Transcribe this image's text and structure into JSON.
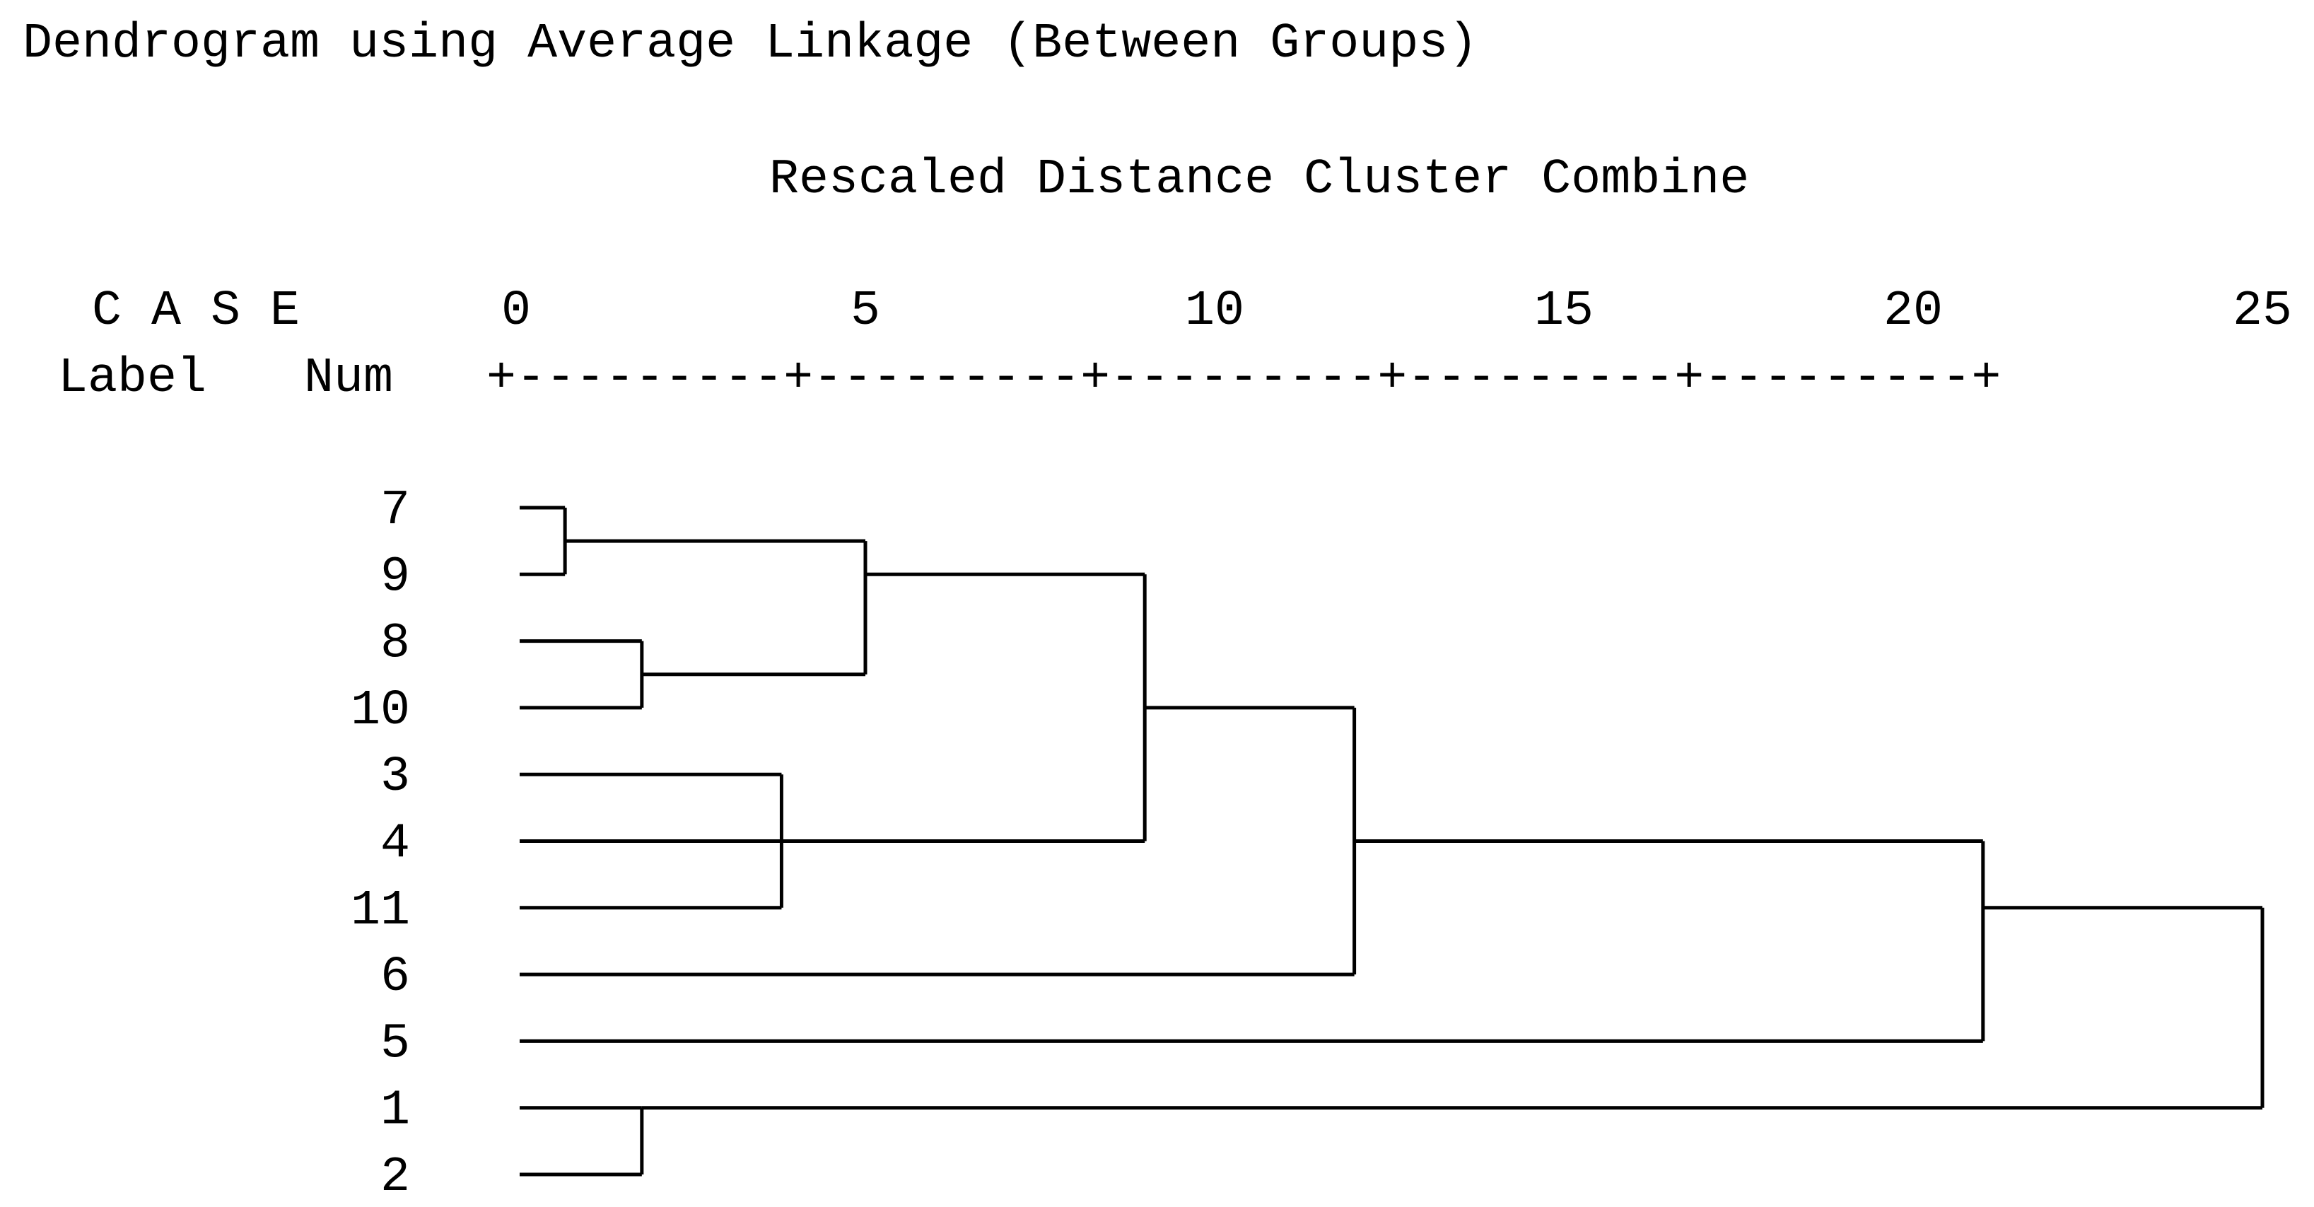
{
  "chart_data": {
    "type": "dendrogram",
    "title": "Dendrogram using Average Linkage (Between Groups)",
    "xlabel": "Rescaled Distance Cluster Combine",
    "case_header": "C A S E",
    "label_header": "Label",
    "num_header": "Num",
    "xlim": [
      0,
      25
    ],
    "ticks": [
      {
        "value": 0,
        "label": "0"
      },
      {
        "value": 5,
        "label": "5"
      },
      {
        "value": 10,
        "label": "10"
      },
      {
        "value": 15,
        "label": "15"
      },
      {
        "value": 20,
        "label": "20"
      },
      {
        "value": 25,
        "label": "25"
      }
    ],
    "ruler": "+---------+---------+---------+---------+---------+",
    "leaves": [
      "7",
      "9",
      "8",
      "10",
      "3",
      "4",
      "11",
      "6",
      "5",
      "1",
      "2"
    ],
    "merges": [
      {
        "a": "7",
        "b": "9",
        "distance": 0.7,
        "join_row": 0.5
      },
      {
        "a": "8",
        "b": "10",
        "distance": 1.8,
        "join_row": 2.5
      },
      {
        "a": "1",
        "b": "2",
        "distance": 1.8,
        "join_row": 9.0
      },
      {
        "a": "3",
        "b": "4",
        "c": "11",
        "distance": 3.8,
        "join_row": 5.0
      },
      {
        "a": "7+9",
        "b": "8+10",
        "distance": 5.0,
        "join_row": 1.0
      },
      {
        "a": "7+9+8+10",
        "b": "3+4+11",
        "distance": 9.0,
        "join_row": 3.0
      },
      {
        "a": "7+9+8+10+3+4+11",
        "b": "6",
        "distance": 12.0,
        "join_row": 5.0
      },
      {
        "a": "7+9+8+10+3+4+11+6",
        "b": "5",
        "distance": 21.0,
        "join_row": 6.0
      },
      {
        "a": "7+9+8+10+3+4+11+6+5",
        "b": "1+2",
        "distance": 25.0,
        "join_row": 9.0
      }
    ]
  }
}
